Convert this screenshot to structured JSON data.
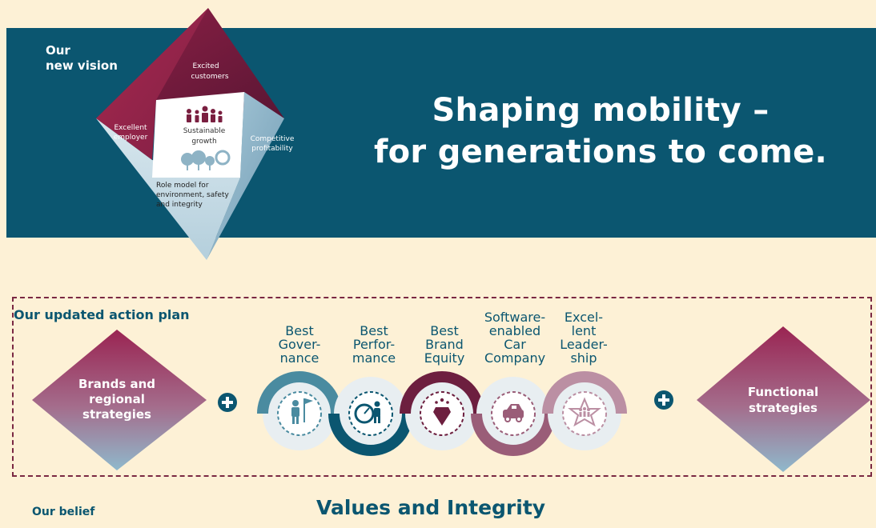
{
  "vision": {
    "label_line1": "Our",
    "label_line2": "new vision",
    "top": [
      "Excited",
      "customers"
    ],
    "left": [
      "Excellent",
      "employer"
    ],
    "right": [
      "Competitive",
      "profitability"
    ],
    "bottom": [
      "Role model for",
      "environment, safety",
      "and integrity"
    ],
    "center": [
      "Sustainable",
      "growth"
    ]
  },
  "headline": {
    "line1": "Shaping mobility –",
    "line2": "for generations to come."
  },
  "action_plan": {
    "label": "Our updated action plan",
    "left_diamond": [
      "Brands and",
      "regional",
      "strategies"
    ],
    "right_diamond": [
      "Functional",
      "strategies"
    ],
    "pillars": [
      {
        "title": [
          "Best",
          "Gover-",
          "nance"
        ],
        "icon": "person-flag-icon",
        "color": "#4a8ba0"
      },
      {
        "title": [
          "Best",
          "Perfor-",
          "mance"
        ],
        "icon": "speedometer-person-icon",
        "color": "#0b5670"
      },
      {
        "title": [
          "Best",
          "Brand",
          "Equity"
        ],
        "icon": "diamond-stars-icon",
        "color": "#6d1f3f"
      },
      {
        "title": [
          "Software-",
          "enabled",
          "Car",
          "Company"
        ],
        "icon": "car-chip-icon",
        "color": "#9a5d78"
      },
      {
        "title": [
          "Excel-",
          "lent",
          "Leader-",
          "ship"
        ],
        "icon": "star-people-icon",
        "color": "#bb8fa3"
      }
    ]
  },
  "belief": {
    "label": "Our belief",
    "title": "Values and Integrity"
  }
}
